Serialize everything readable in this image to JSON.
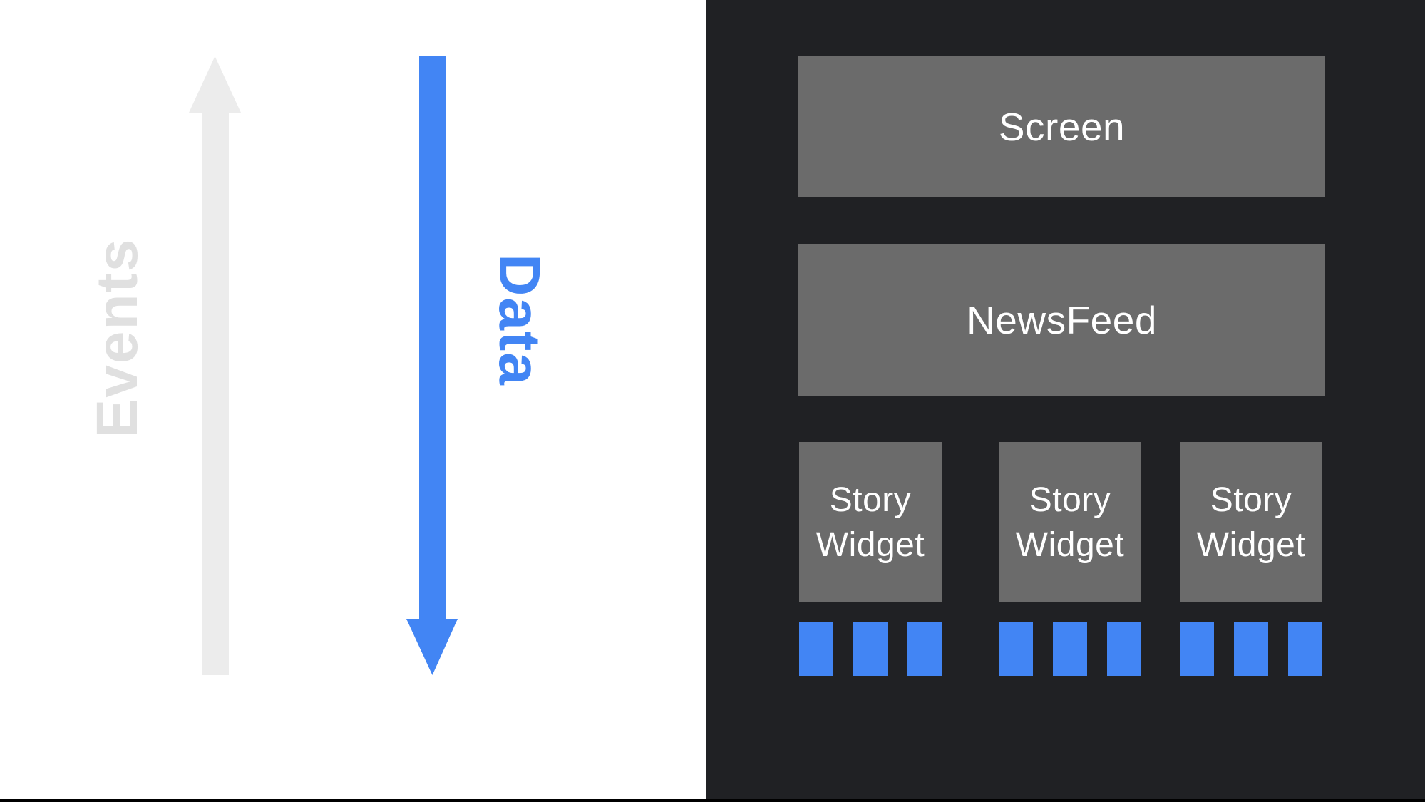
{
  "left_panel": {
    "events_label": "Events",
    "data_label": "Data"
  },
  "widget_tree": {
    "screen_label": "Screen",
    "newsfeed_label": "NewsFeed",
    "story_widgets": [
      "Story Widget",
      "Story Widget",
      "Story Widget"
    ],
    "data_squares_per_widget": 3
  },
  "colors": {
    "accent_blue": "#4285f4",
    "panel_dark_background": "#202124",
    "box_gray": "#6b6b6b",
    "arrow_light_gray": "#ececec",
    "events_text_gray": "#e0e0e0",
    "box_text_white": "#ffffff",
    "bottom_strip_black": "#000000"
  }
}
